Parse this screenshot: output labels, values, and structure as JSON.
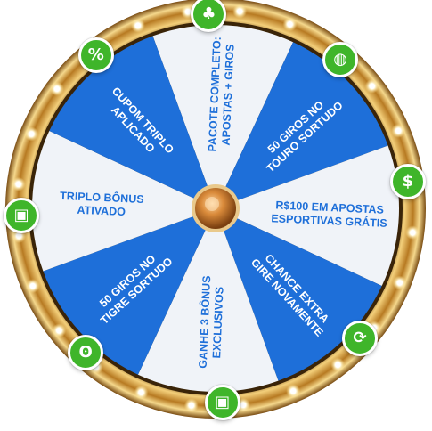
{
  "wheel": {
    "segments": [
      {
        "label_lines": [
          "PACOTE COMPLETO:",
          "APOSTAS + GIROS"
        ],
        "fill": "#f0f3f8"
      },
      {
        "label_lines": [
          "50 GIROS NO",
          "TOURO SORTUDO"
        ],
        "fill": "#1e6fd9"
      },
      {
        "label_lines": [
          "R$100 EM APOSTAS",
          "ESPORTIVAS GRÁTIS"
        ],
        "fill": "#f0f3f8"
      },
      {
        "label_lines": [
          "CHANCE EXTRA",
          "GIRE NOVAMENTE"
        ],
        "fill": "#1e6fd9"
      },
      {
        "label_lines": [
          "GANHE 3 BÔNUS",
          "EXCLUSIVOS"
        ],
        "fill": "#f0f3f8"
      },
      {
        "label_lines": [
          "50 GIROS NO",
          "TIGRE SORTUDO"
        ],
        "fill": "#1e6fd9"
      },
      {
        "label_lines": [
          "TRIPLO BÔNUS",
          "ATIVADO"
        ],
        "fill": "#f0f3f8"
      },
      {
        "label_lines": [
          "CUPOM TRIPLO",
          "APLICADO"
        ],
        "fill": "#1e6fd9"
      }
    ],
    "colors": {
      "blue_segment": "#1e6fd9",
      "white_segment": "#f0f3f8",
      "text_on_blue": "#ffffff",
      "text_on_white": "#1e6fd9",
      "rim_gold": "#c9933a",
      "rim_dark": "#3a2408",
      "hub_copper": "#c8772e",
      "badge_green": "#3fb52a"
    },
    "badges": [
      {
        "name": "clover-icon",
        "glyph": "♣"
      },
      {
        "name": "gamepad-icon",
        "glyph": "◍"
      },
      {
        "name": "money-bag-icon",
        "glyph": "$"
      },
      {
        "name": "refresh-icon",
        "glyph": "⟳"
      },
      {
        "name": "gift-icon",
        "glyph": "▣"
      },
      {
        "name": "pig-icon",
        "glyph": "ʘ"
      },
      {
        "name": "gift-icon",
        "glyph": "▣"
      },
      {
        "name": "percent-coupon-icon",
        "glyph": "%"
      }
    ]
  }
}
